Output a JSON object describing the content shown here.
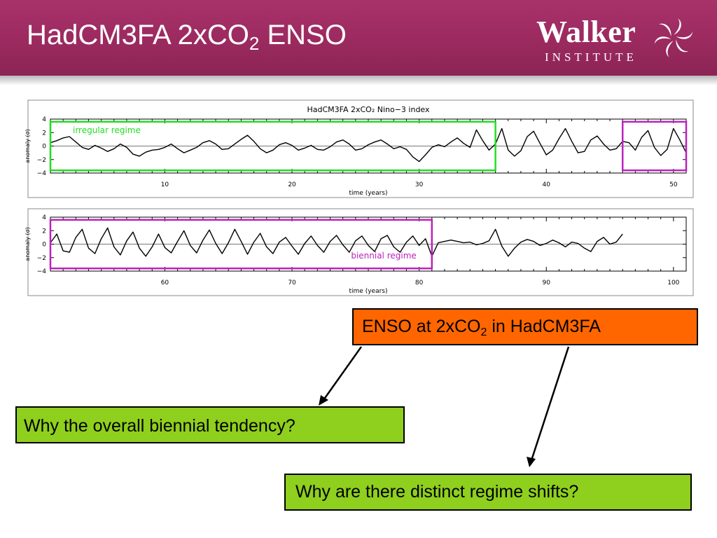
{
  "slide": {
    "title_main": "HadCM3FA 2xCO",
    "title_sub": "2",
    "title_rest": " ENSO",
    "logo_word": "Walker",
    "logo_sub": "INSTITUTE",
    "header_color": "#9b2a5f"
  },
  "callouts": {
    "enso_main": "ENSO at 2xCO",
    "enso_sub": "2",
    "enso_rest": " in HadCM3FA",
    "enso_color": "#ff6600",
    "biennial": "Why the overall biennial tendency?",
    "regime": "Why are there distinct regime shifts?",
    "question_color": "#8fcf1e"
  },
  "chart_data": [
    {
      "type": "line",
      "title": "HadCM3FA 2xCO₂ Nino−3 index",
      "xlabel": "time (years)",
      "ylabel": "anomaly (σ)",
      "xlim": [
        1,
        51
      ],
      "ylim": [
        -4,
        4
      ],
      "x_ticks": [
        10,
        20,
        30,
        40,
        50
      ],
      "y_ticks": [
        4,
        2,
        0,
        -2,
        -4
      ],
      "y_tick_labels": [
        "4",
        "2",
        "0",
        "−2",
        "−4"
      ],
      "annotations": [
        {
          "label": "irregular regime",
          "x_range": [
            1,
            36
          ],
          "y_range": [
            -3.6,
            3.6
          ],
          "color": "#22dd22"
        },
        {
          "label": "",
          "x_range": [
            46,
            51
          ],
          "y_range": [
            -3.6,
            3.6
          ],
          "color": "#bb22bb"
        }
      ],
      "series": [
        {
          "x": [
            1,
            1.5,
            2,
            2.5,
            3,
            3.5,
            4,
            4.5,
            5,
            5.5,
            6,
            6.5,
            7,
            7.5,
            8,
            8.5,
            9,
            9.5,
            10,
            10.5,
            11,
            11.5,
            12,
            12.5,
            13,
            13.5,
            14,
            14.5,
            15,
            15.5,
            16,
            16.5,
            17,
            17.5,
            18,
            18.5,
            19,
            19.5,
            20,
            20.5,
            21,
            21.5,
            22,
            22.5,
            23,
            23.5,
            24,
            24.5,
            25,
            25.5,
            26,
            26.5,
            27,
            27.5,
            28,
            28.5,
            29,
            29.5,
            30,
            30.5,
            31,
            31.5,
            32,
            32.5,
            33,
            33.5,
            34,
            34.5,
            35,
            35.5,
            36,
            36.5,
            37,
            37.5,
            38,
            38.5,
            39,
            39.5,
            40,
            40.5,
            41,
            41.5,
            42,
            42.5,
            43,
            43.5,
            44,
            44.5,
            45,
            45.5,
            46,
            46.5,
            47,
            47.5,
            48,
            48.5,
            49,
            49.5,
            50,
            50.5,
            51
          ],
          "y": [
            0.5,
            0.8,
            1.2,
            1.4,
            0.6,
            -0.2,
            -0.5,
            0.1,
            -0.3,
            -0.8,
            -0.4,
            0.3,
            -0.2,
            -1.2,
            -1.5,
            -0.9,
            -0.6,
            -0.5,
            -0.2,
            0.3,
            -0.4,
            -1.0,
            -0.6,
            -0.2,
            0.5,
            0.8,
            0.3,
            -0.5,
            -0.4,
            0.3,
            1.0,
            1.6,
            0.7,
            -0.4,
            -1.0,
            -0.6,
            0.2,
            0.5,
            0.1,
            -0.6,
            -0.3,
            0.1,
            -0.5,
            -0.6,
            -0.1,
            0.6,
            0.9,
            0.3,
            -0.6,
            -0.4,
            0.2,
            0.6,
            0.9,
            0.3,
            -0.4,
            -0.1,
            -0.5,
            -1.6,
            -2.3,
            -1.3,
            -0.2,
            0.2,
            -0.1,
            0.6,
            1.2,
            0.4,
            -0.2,
            2.4,
            0.8,
            -0.6,
            0.3,
            2.6,
            -0.6,
            -1.5,
            -0.7,
            1.4,
            2.2,
            0.4,
            -1.3,
            -0.6,
            1.1,
            2.6,
            0.7,
            -1.0,
            -0.8,
            0.9,
            1.5,
            0.3,
            -0.6,
            -0.4,
            0.7,
            0.5,
            -0.6,
            1.3,
            2.3,
            -0.2,
            -1.4,
            -0.5,
            2.6,
            0.9,
            -1.0
          ]
        }
      ]
    },
    {
      "type": "line",
      "title": "",
      "xlabel": "time (years)",
      "ylabel": "anomaly (σ)",
      "xlim": [
        51,
        101
      ],
      "ylim": [
        -4,
        4
      ],
      "x_ticks": [
        60,
        70,
        80,
        90,
        100
      ],
      "y_ticks": [
        4,
        2,
        0,
        -2,
        -4
      ],
      "y_tick_labels": [
        "4",
        "2",
        "0",
        "−2",
        "−4"
      ],
      "annotations": [
        {
          "label": "biennial regime",
          "x_range": [
            51,
            81
          ],
          "y_range": [
            -3.6,
            3.6
          ],
          "color": "#bb22bb"
        }
      ],
      "series": [
        {
          "x": [
            51,
            51.5,
            52,
            52.5,
            53,
            53.5,
            54,
            54.5,
            55,
            55.5,
            56,
            56.5,
            57,
            57.5,
            58,
            58.5,
            59,
            59.5,
            60,
            60.5,
            61,
            61.5,
            62,
            62.5,
            63,
            63.5,
            64,
            64.5,
            65,
            65.5,
            66,
            66.5,
            67,
            67.5,
            68,
            68.5,
            69,
            69.5,
            70,
            70.5,
            71,
            71.5,
            72,
            72.5,
            73,
            73.5,
            74,
            74.5,
            75,
            75.5,
            76,
            76.5,
            77,
            77.5,
            78,
            78.5,
            79,
            79.5,
            80,
            80.5,
            81,
            81.5,
            82,
            82.5,
            83,
            83.5,
            84,
            84.5,
            85,
            85.5,
            86,
            86.5,
            87,
            87.5,
            88,
            88.5,
            89,
            89.5,
            90,
            90.5,
            91,
            91.5,
            92,
            92.5,
            93,
            93.5,
            94,
            94.5,
            95,
            95.5,
            96
          ],
          "y": [
            0.2,
            1.5,
            -1.0,
            -1.2,
            1.0,
            2.2,
            -0.6,
            -1.4,
            0.8,
            2.4,
            -0.4,
            -1.6,
            0.5,
            1.8,
            -0.6,
            -1.8,
            -0.4,
            1.5,
            -0.5,
            -1.3,
            0.4,
            2.0,
            -0.2,
            -1.3,
            0.6,
            2.1,
            0.1,
            -1.4,
            0.2,
            2.2,
            0.4,
            -1.5,
            0.3,
            1.6,
            -0.4,
            -1.4,
            0.3,
            1.0,
            -0.3,
            -1.5,
            0.1,
            1.2,
            -0.2,
            -1.2,
            0.4,
            1.3,
            -0.1,
            -1.2,
            0.5,
            1.2,
            -0.2,
            -1.1,
            0.8,
            1.3,
            -0.4,
            -1.2,
            0.3,
            1.2,
            -0.2,
            0.8,
            -1.8,
            0.2,
            0.4,
            0.6,
            0.4,
            0.2,
            0.3,
            -0.1,
            0.1,
            0.5,
            2.2,
            -0.3,
            -1.8,
            -0.6,
            0.3,
            0.7,
            0.4,
            -0.2,
            0.1,
            0.6,
            0.2,
            -0.4,
            0.3,
            0.1,
            -0.6,
            -1.1,
            0.4,
            1.0,
            0.0,
            0.3,
            1.5
          ]
        }
      ]
    }
  ]
}
